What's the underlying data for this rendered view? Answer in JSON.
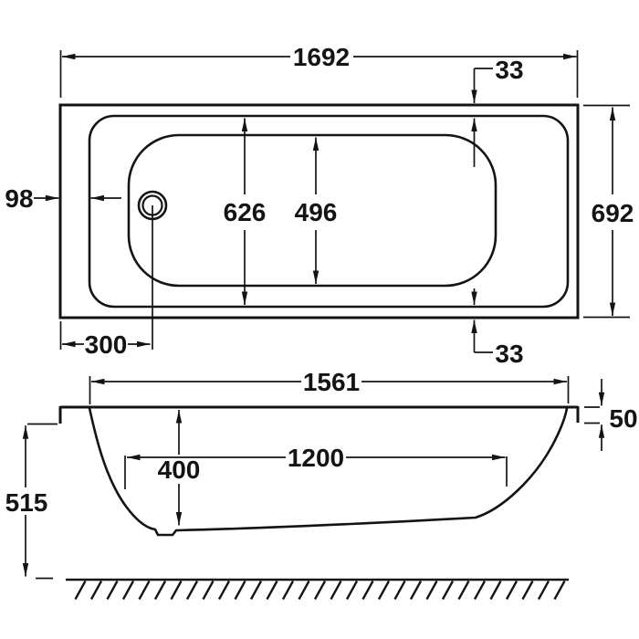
{
  "drawing_type": "bathtub-dimension-drawing",
  "colors": {
    "line": "#141414",
    "background": "#ffffff"
  },
  "views": {
    "plan": {
      "dims": {
        "overall_length": "1692",
        "overall_width": "692",
        "deck_edge_left": "98",
        "deck_edge_top": "33",
        "deck_edge_bottom": "33",
        "rim_opening_width": "626",
        "basin_floor_width": "496",
        "drain_centre_from_end": "300"
      }
    },
    "elevation": {
      "dims": {
        "shell_top_length": "1561",
        "rim_edge_height": "50",
        "flat_base_length": "1200",
        "internal_depth": "400",
        "underside_height": "515"
      }
    }
  }
}
